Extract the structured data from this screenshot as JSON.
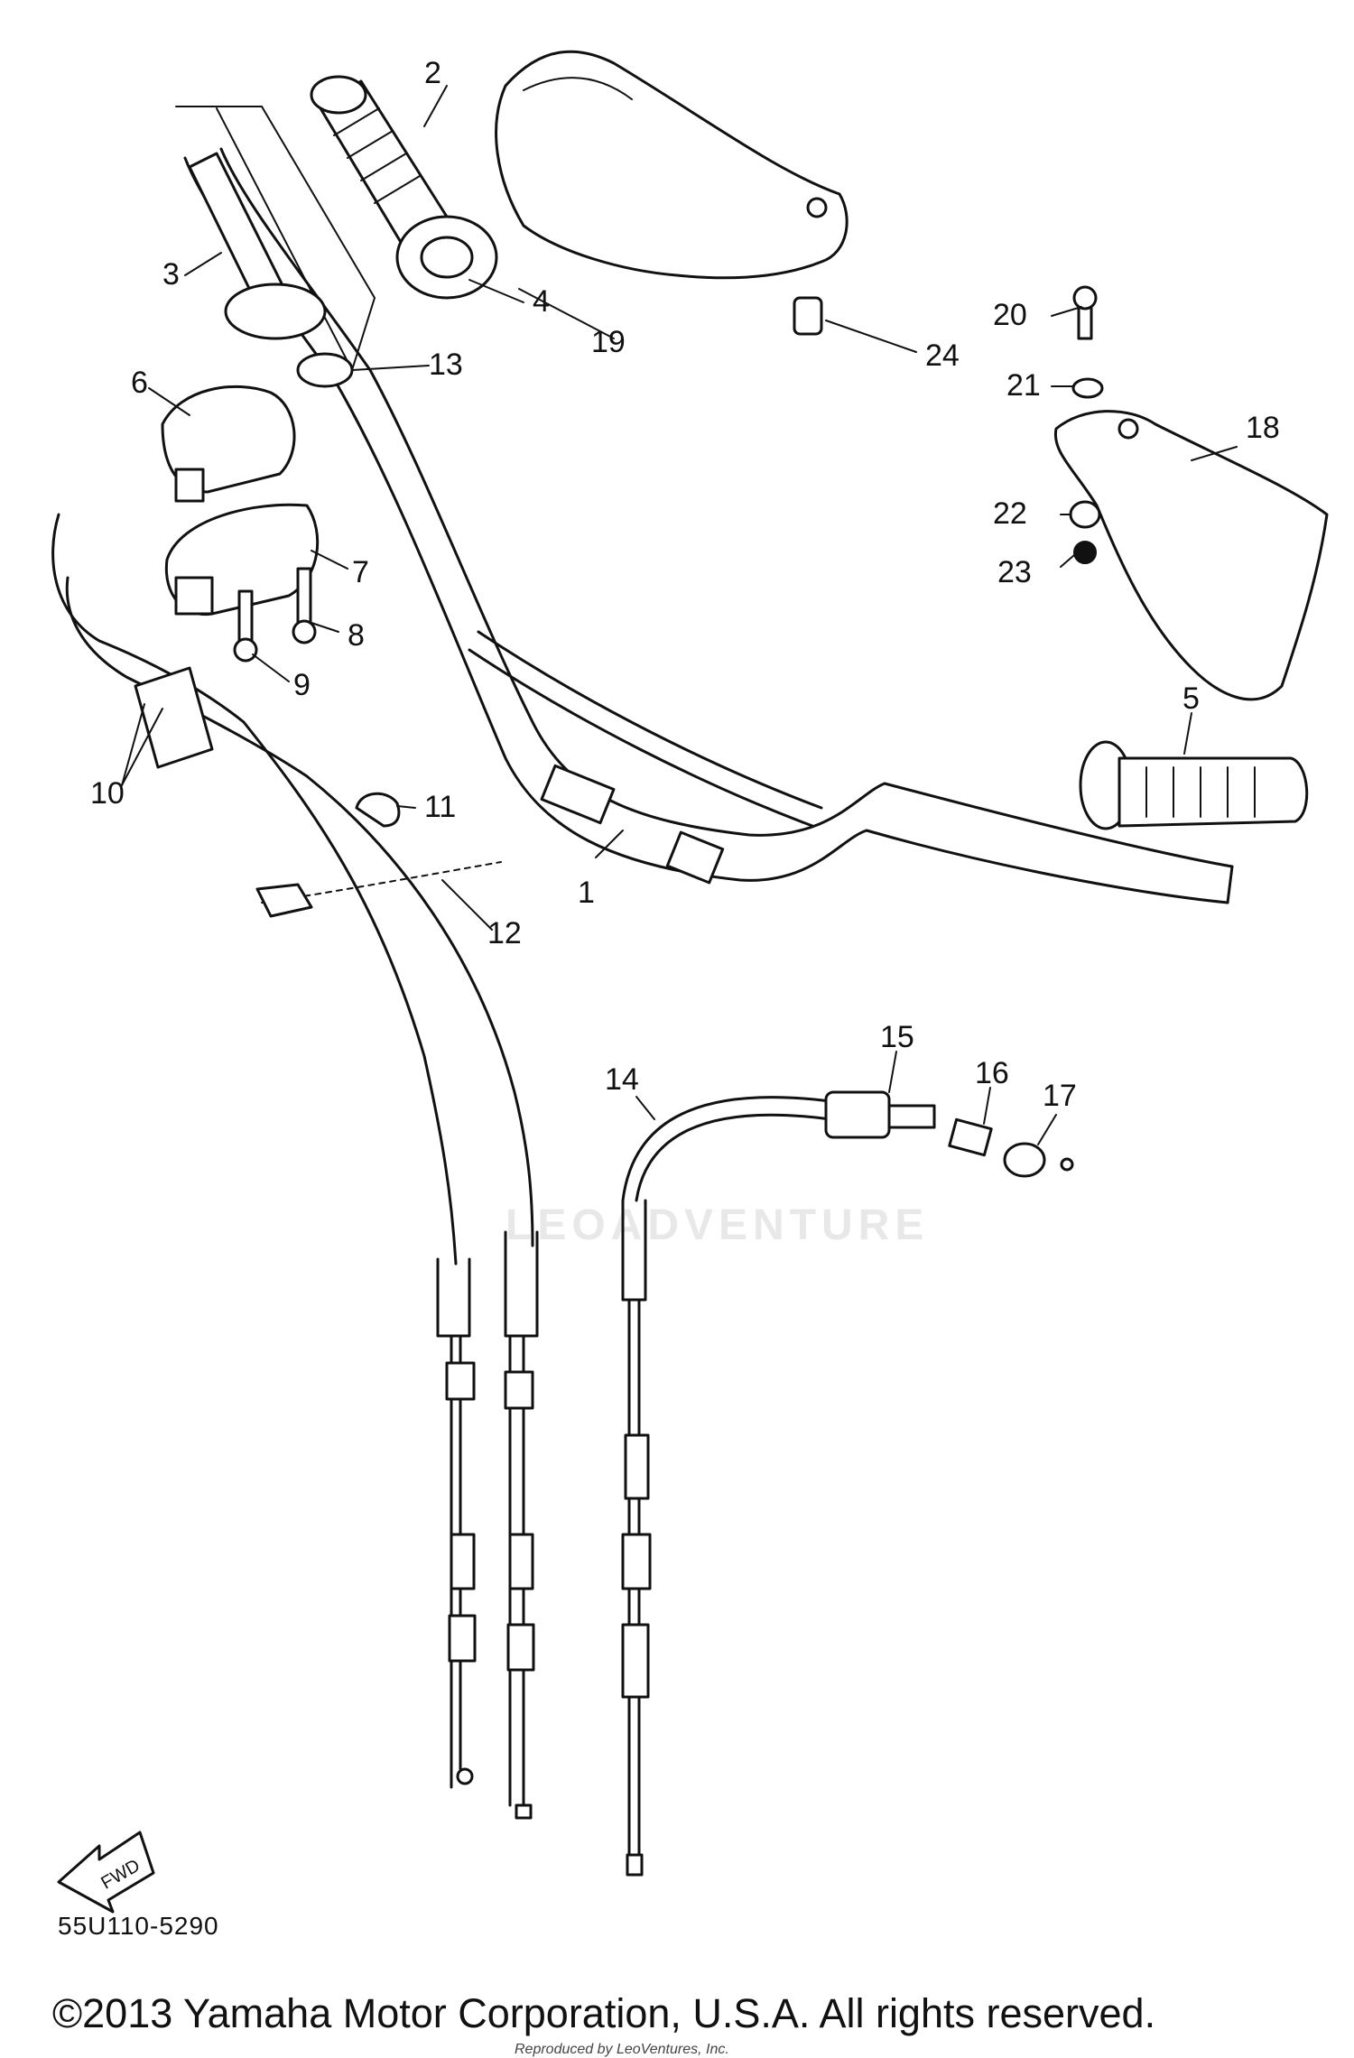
{
  "diagram": {
    "ref_code": "55U110-5290",
    "fwd_label": "FWD",
    "callouts": [
      "1",
      "2",
      "3",
      "4",
      "5",
      "6",
      "7",
      "8",
      "9",
      "10",
      "11",
      "12",
      "13",
      "14",
      "15",
      "16",
      "17",
      "18",
      "19",
      "20",
      "21",
      "22",
      "23",
      "24"
    ]
  },
  "footer": {
    "copyright": "©2013 Yamaha Motor Corporation, U.S.A. All rights reserved.",
    "small_text": "Reproduced by LeoVentures, Inc."
  },
  "watermark": {
    "text": "LEOADVENTURE"
  },
  "colors": {
    "ink": "#111111",
    "background": "#ffffff"
  }
}
